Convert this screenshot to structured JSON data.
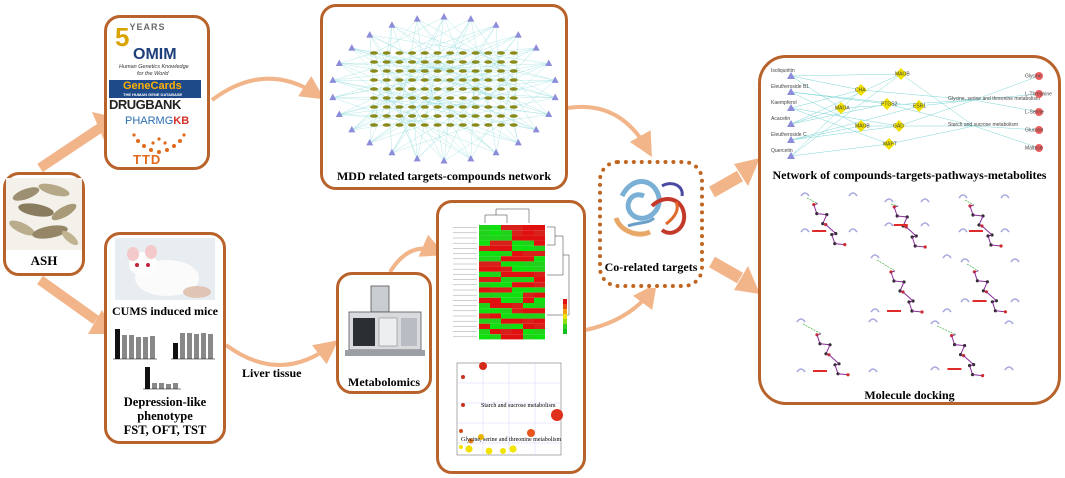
{
  "source": {
    "label": "ASH"
  },
  "databases": {
    "omim_years_top": "5",
    "omim_years_word": "YEARS",
    "omim_name": "OMIM",
    "omim_tagline_1": "Human Genetics Knowledge",
    "omim_tagline_2": "for the World",
    "genecards_name": "GeneCards",
    "genecards_sub": "THE HUMAN GENE DATABASE",
    "drugbank_name": "DRUGBANK",
    "pharmgkb_name": "PHARMG",
    "pharmgkb_suffix": "KB",
    "ttd_name": "TTD"
  },
  "mice": {
    "label": "CUMS induced mice",
    "phenotype_line1": "Depression-like",
    "phenotype_line2": "phenotype",
    "phenotype_line3": "FST, OFT, TST"
  },
  "liver": {
    "label": "Liver tissue"
  },
  "metabolomics": {
    "label": "Metabolomics"
  },
  "network": {
    "label": "MDD related targets-compounds network"
  },
  "pathway_plot": {
    "annotation_1": "Starch and sucrose metabolism",
    "annotation_2": "Glycine, serine and threonine metabolism"
  },
  "corelated": {
    "label": "Co-related targets"
  },
  "ctpm": {
    "label": "Network of compounds-targets-pathways-metabolites",
    "compounds": [
      "Isoliquiritin",
      "Eleutheroside B1",
      "Kaempferol",
      "Acacetin",
      "Eleutheroside C",
      "Quercetin"
    ],
    "targets": [
      "CHA",
      "MAOB",
      "MAOA",
      "PTGS2",
      "ESR1",
      "MAOB",
      "GAD",
      "MAPT"
    ],
    "pathways": [
      "Glycine, serine and threonine metabolism",
      "Starch and sucrose metabolism"
    ],
    "metabolites": [
      "Glycine",
      "L-Threonine",
      "L-Serine",
      "Glucose",
      "Maltose"
    ]
  },
  "docking": {
    "label": "Molecule docking"
  },
  "colors": {
    "border": "#b8632b",
    "arrow": "#f2b58a",
    "network_edge": "#7fd6d6",
    "network_node": "#8a8a1a",
    "target_node": "#8c8cd9",
    "diamond": "#f0e000",
    "metabolite": "#f06060"
  }
}
